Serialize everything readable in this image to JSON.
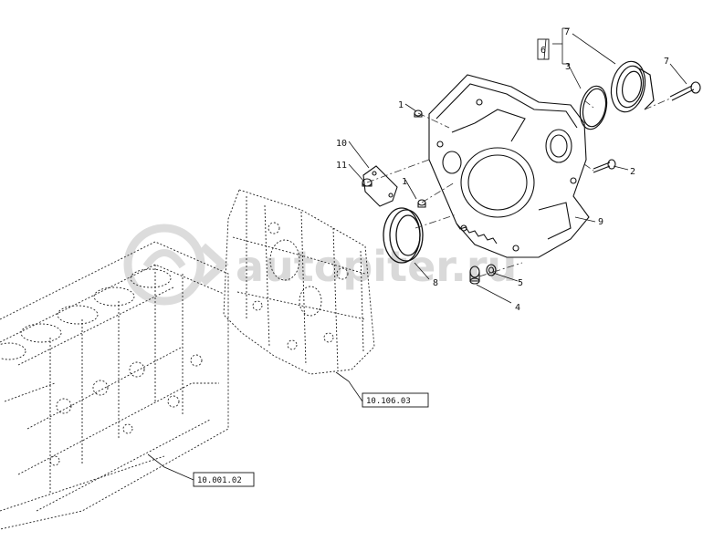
{
  "watermark": {
    "text": "autopiter.ru"
  },
  "callouts": {
    "c1a": "1",
    "c1b": "1",
    "c2": "2",
    "c3": "3",
    "c4": "4",
    "c5": "5",
    "c6": "6",
    "c7a": "7",
    "c7b": "7",
    "c8": "8",
    "c9": "9",
    "c10": "10",
    "c11": "11"
  },
  "references": {
    "crankcase_ref": "10.106.03",
    "block_ref": "10.001.02"
  },
  "colors": {
    "line": "#222222",
    "watermark": "#d9d9d9"
  }
}
